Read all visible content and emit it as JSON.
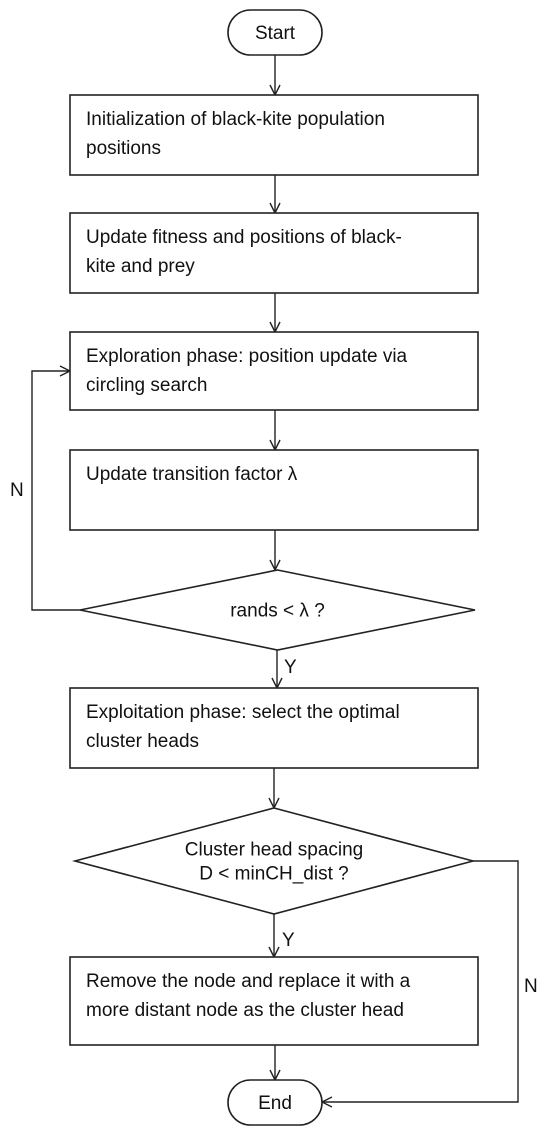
{
  "flowchart": {
    "nodes": {
      "start": {
        "kind": "terminal",
        "text": [
          "Start"
        ]
      },
      "init": {
        "kind": "process",
        "text": [
          "Initialization of black-kite population",
          "positions"
        ]
      },
      "fitness": {
        "kind": "process",
        "text": [
          "Update fitness and positions of black-",
          "kite and prey"
        ]
      },
      "exploration": {
        "kind": "process",
        "text": [
          "Exploration phase: position update via",
          "circling search"
        ]
      },
      "transition": {
        "kind": "process",
        "text": [
          "Update transition factor λ"
        ]
      },
      "decision_rand": {
        "kind": "decision",
        "text": [
          "rands < λ ?"
        ]
      },
      "exploitation": {
        "kind": "process",
        "text": [
          "Exploitation phase: select the optimal",
          "cluster heads"
        ]
      },
      "decision_spacing": {
        "kind": "decision",
        "text": [
          "Cluster head spacing",
          "D < minCH_dist ?"
        ]
      },
      "remove": {
        "kind": "process",
        "text": [
          "Remove the node and replace it with a",
          "more distant node as the cluster head"
        ]
      },
      "end": {
        "kind": "terminal",
        "text": [
          "End"
        ]
      }
    },
    "edges": [
      {
        "from": "start",
        "to": "init",
        "label": ""
      },
      {
        "from": "init",
        "to": "fitness",
        "label": ""
      },
      {
        "from": "fitness",
        "to": "exploration",
        "label": ""
      },
      {
        "from": "exploration",
        "to": "transition",
        "label": ""
      },
      {
        "from": "transition",
        "to": "decision_rand",
        "label": ""
      },
      {
        "from": "decision_rand",
        "to": "exploration",
        "label": "N"
      },
      {
        "from": "decision_rand",
        "to": "exploitation",
        "label": "Y"
      },
      {
        "from": "exploitation",
        "to": "decision_spacing",
        "label": ""
      },
      {
        "from": "decision_spacing",
        "to": "remove",
        "label": "Y"
      },
      {
        "from": "decision_spacing",
        "to": "end",
        "label": "N"
      },
      {
        "from": "remove",
        "to": "end",
        "label": ""
      }
    ]
  }
}
